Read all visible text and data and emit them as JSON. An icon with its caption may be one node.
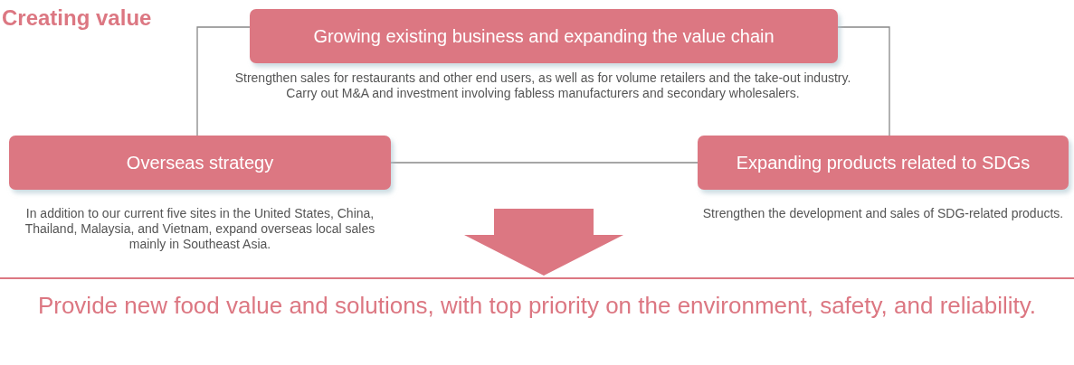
{
  "diagram": {
    "title": "Creating value",
    "nodes": [
      {
        "text": [
          "Growing existing business and expanding the value chain"
        ],
        "beside": [
          "Strengthen sales for restaurants and other end users, as well as for volume retailers and the take-out industry.",
          "Carry out M&A and investment involving fabless manufacturers and secondary wholesalers."
        ]
      },
      {
        "text": [
          "Overseas strategy"
        ],
        "beside": [
          "In addition to our current five sites in the United States, China, Thailand, Malaysia, and Vietnam, expand overseas local sales mainly in Southeast Asia."
        ]
      },
      {
        "text": [
          "Expanding products related to SDGs"
        ],
        "beside": [
          "Strengthen the development and sales of SDG-related products."
        ]
      },
      {
        "text": [
          "Provide new food value and solutions, with top priority on the environment, safety, and reliability."
        ]
      }
    ],
    "edges": [
      {
        "from": 0,
        "to": 1,
        "arrow": "none"
      },
      {
        "from": 0,
        "to": 2,
        "arrow": "none"
      },
      {
        "from": 1,
        "to": 2,
        "arrow": "none"
      },
      {
        "from": null,
        "to": 3,
        "arrow": "to",
        "style": "thick",
        "color": "#dc7782"
      }
    ]
  }
}
